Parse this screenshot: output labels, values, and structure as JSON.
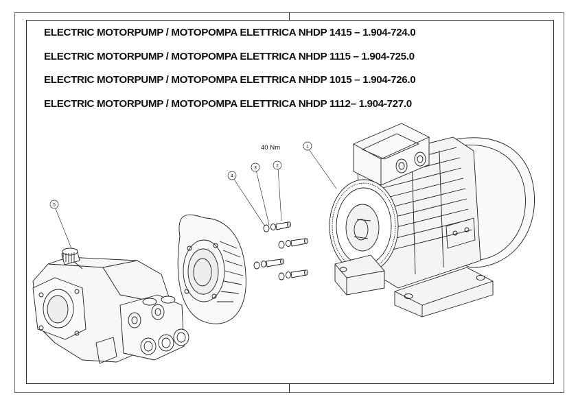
{
  "document": {
    "titles": [
      "ELECTRIC MOTORPUMP / MOTOPOMPA ELETTRICA NHDP 1415 – 1.904-724.0",
      "ELECTRIC MOTORPUMP / MOTOPOMPA ELETTRICA NHDP 1115 – 1.904-725.0",
      "ELECTRIC MOTORPUMP / MOTOPOMPA ELETTRICA NHDP 1015 – 1.904-726.0",
      "ELECTRIC MOTORPUMP / MOTOPOMPA ELETTRICA NHDP 1112– 1.904-727.0"
    ],
    "torque_label": "40 Nm",
    "callouts": [
      "1",
      "2",
      "3",
      "4",
      "5"
    ]
  }
}
